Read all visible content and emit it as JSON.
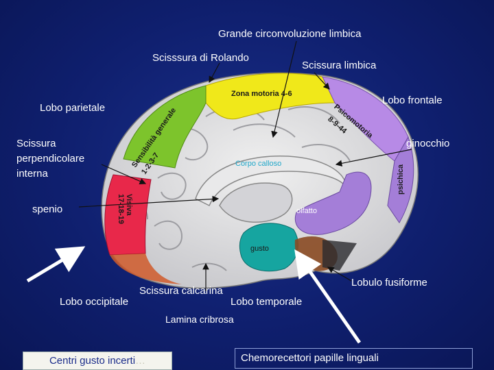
{
  "labels": {
    "grande_circonvoluzione": "Grande circonvoluzione limbica",
    "scissura_rolando": "Scisssura di Rolando",
    "scissura_limbica": "Scissura limbica",
    "lobo_parietale": "Lobo parietale",
    "lobo_frontale": "Lobo frontale",
    "scissura_perpendicolare_1": "Scissura",
    "scissura_perpendicolare_2": "perpendicolare",
    "scissura_perpendicolare_3": "interna",
    "ginocchio": "ginocchio",
    "spenio": "spenio",
    "scissura_calcarina": "Scissura calcarina",
    "lobo_occipitale": "Lobo occipitale",
    "lobo_temporale": "Lobo temporale",
    "lobulo_fusiforme": "Lobulo fusiforme",
    "lamina_cribrosa": "Lamina cribrosa"
  },
  "regions": {
    "zona_motoria": "Zona motoria 4-6",
    "psicomotoria_1": "Psicomotoria",
    "psicomotoria_2": "8-9-44",
    "sensibilita_1": "Sensibilità generale",
    "sensibilita_2": "1-2-3-7",
    "visiva_1": "Visiva",
    "visiva_2": "17-18-19",
    "psichica": "psichica",
    "corpo_calloso": "Corpo calloso",
    "olfatto": "olfatto",
    "gusto": "gusto"
  },
  "boxes": {
    "gusto_main": "Centri gusto incerti",
    "gusto_dots": "…",
    "chemorecettori": "Chemorecettori papille linguali"
  },
  "colors": {
    "background": "#0f1f6e",
    "motor_yellow": "#f0e81a",
    "sensory_green": "#7dc42c",
    "visual_red": "#e8284a",
    "psychomotor_purple": "#b78ae6",
    "olfactory_purple": "#a47ed8",
    "gusto_teal": "#16a5a0",
    "corpus_callosum_text": "#1fa7c9"
  }
}
